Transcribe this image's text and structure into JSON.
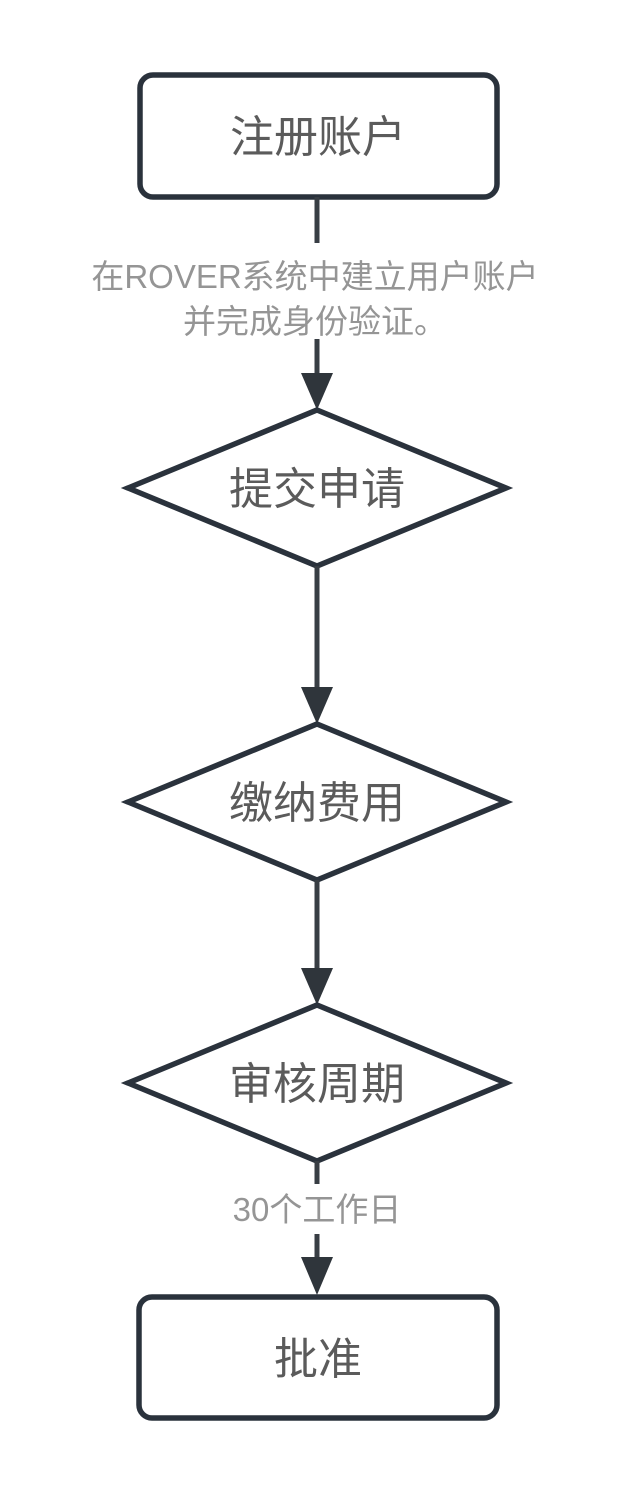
{
  "diagram": {
    "type": "flowchart",
    "direction": "top-down",
    "background": "#ffffff",
    "colors": {
      "node_border": "#2a323c",
      "node_fill": "#ffffff",
      "node_text": "#5b5b5b",
      "edge_line": "#383e44",
      "arrowhead_fill": "#2f353b",
      "edge_label_text": "#959595"
    },
    "nodes": [
      {
        "id": "register-account",
        "shape": "rounded-rectangle",
        "label": "注册账户"
      },
      {
        "id": "submit-application",
        "shape": "diamond",
        "label": "提交申请"
      },
      {
        "id": "pay-fees",
        "shape": "diamond",
        "label": "缴纳费用"
      },
      {
        "id": "review-period",
        "shape": "diamond",
        "label": "审核周期"
      },
      {
        "id": "approve",
        "shape": "rounded-rectangle",
        "label": "批准"
      }
    ],
    "edges": [
      {
        "from": "register-account",
        "to": "submit-application",
        "label_lines": [
          "在ROVER系统中建立用户账户",
          "并完成身份验证。"
        ]
      },
      {
        "from": "submit-application",
        "to": "pay-fees",
        "label": ""
      },
      {
        "from": "pay-fees",
        "to": "review-period",
        "label": ""
      },
      {
        "from": "review-period",
        "to": "approve",
        "label": "30个工作日"
      }
    ]
  }
}
